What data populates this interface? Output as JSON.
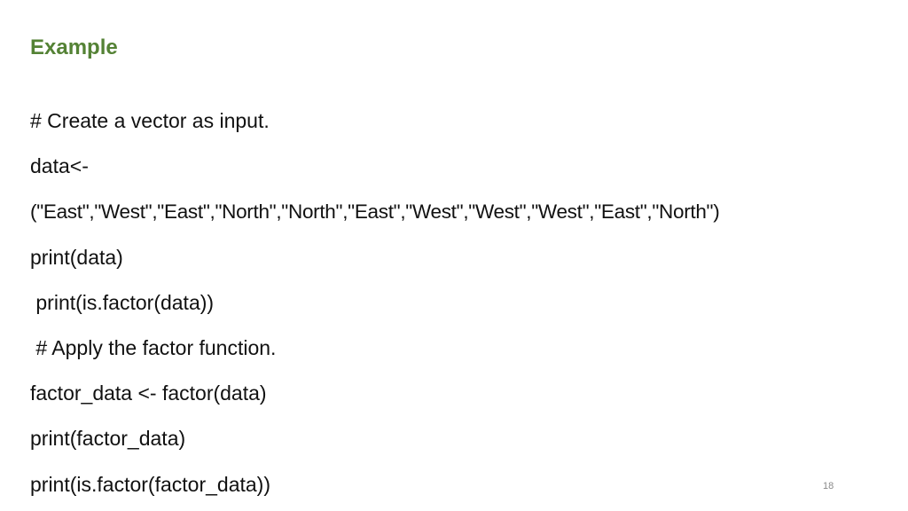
{
  "slide": {
    "title": "Example",
    "lines": [
      "# Create a vector as input.",
      "data<-",
      "(\"East\",\"West\",\"East\",\"North\",\"North\",\"East\",\"West\",\"West\",\"West\",\"East\",\"North\")",
      "print(data)",
      " print(is.factor(data))",
      " # Apply the factor function.",
      "factor_data <- factor(data)",
      "print(factor_data)",
      "print(is.factor(factor_data))"
    ],
    "page_number": "18"
  },
  "colors": {
    "title": "#548235",
    "text": "#111111",
    "page_number": "#8a8a8a"
  }
}
